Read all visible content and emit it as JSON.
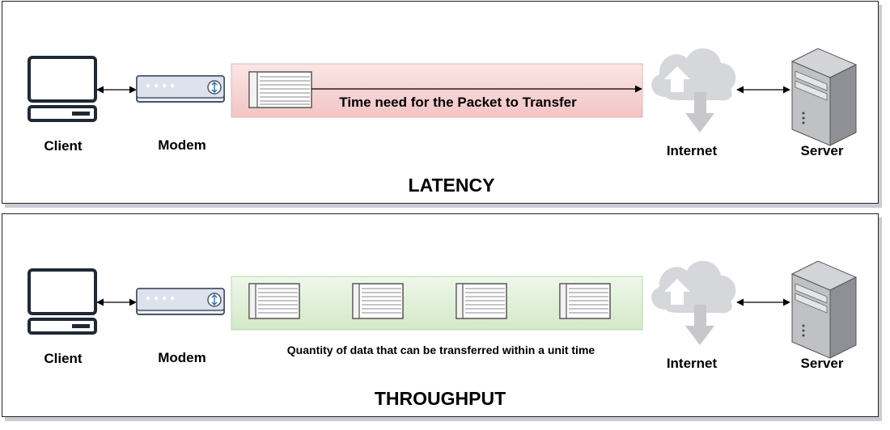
{
  "latency": {
    "title": "LATENCY",
    "client_label": "Client",
    "modem_label": "Modem",
    "internet_label": "Internet",
    "server_label": "Server",
    "transfer_caption": "Time need for the Packet to Transfer"
  },
  "throughput": {
    "title": "THROUGHPUT",
    "client_label": "Client",
    "modem_label": "Modem",
    "internet_label": "Internet",
    "server_label": "Server",
    "transfer_caption": "Quantity of data that can be transferred within a unit time"
  },
  "colors": {
    "latency_band": "#f6cfcf",
    "throughput_band": "#dcefd4",
    "icon_stroke": "#1f2933",
    "modem_fill": "#dde3ec",
    "cloud_fill": "#d6d7da",
    "server_fill": "#bfc1c5"
  }
}
